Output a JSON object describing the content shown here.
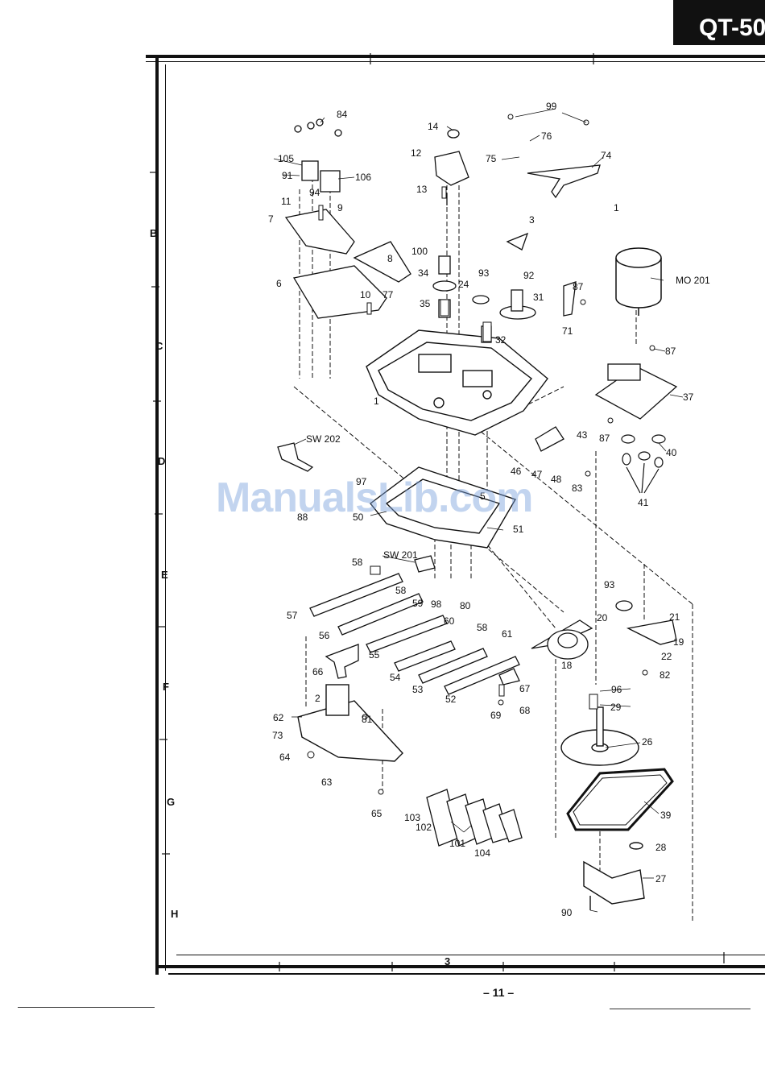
{
  "header": {
    "model": "QT-50"
  },
  "watermark": "ManualsLib.com",
  "page_number": "– 11 –",
  "frame": {
    "rows": [
      "B",
      "C",
      "D",
      "E",
      "F",
      "G",
      "H"
    ],
    "bottom_col": "3"
  },
  "parts": {
    "p84": "84",
    "p105": "105",
    "p91": "91",
    "p94": "94",
    "p11": "11",
    "p9": "9",
    "p7": "7",
    "p106": "106",
    "p14": "14",
    "p12": "12",
    "p13": "13",
    "p99": "99",
    "p76": "76",
    "p75": "75",
    "p74": "74",
    "p1a": "1",
    "p3": "3",
    "p8": "8",
    "p6": "6",
    "p100": "100",
    "p34": "34",
    "p24": "24",
    "p93a": "93",
    "p92": "92",
    "p31": "31",
    "p87a": "87",
    "p71": "71",
    "p35": "35",
    "p32": "32",
    "p10": "10",
    "p77": "77",
    "mo201": "MO 201",
    "p87b": "87",
    "p37": "37",
    "p1b": "1",
    "sw202": "SW 202",
    "p43": "43",
    "p87c": "87",
    "p40": "40",
    "p46": "46",
    "p47": "47",
    "p48": "48",
    "p83": "83",
    "p41": "41",
    "p97": "97",
    "p5": "5",
    "p88": "88",
    "p50": "50",
    "p51": "51",
    "sw201": "SW 201",
    "p58a": "58",
    "p58b": "58",
    "p59": "59",
    "p57": "57",
    "p98": "98",
    "p80": "80",
    "p60": "60",
    "p58c": "58",
    "p56": "56",
    "p55": "55",
    "p61": "61",
    "p66": "66",
    "p54": "54",
    "p53": "53",
    "p52": "52",
    "p67": "67",
    "p68": "68",
    "p69": "69",
    "p2": "2",
    "p81": "81",
    "p62": "62",
    "p73": "73",
    "p64": "64",
    "p63": "63",
    "p65": "65",
    "p93b": "93",
    "p20": "20",
    "p21": "21",
    "p19": "19",
    "p22": "22",
    "p82": "82",
    "p18": "18",
    "p96": "96",
    "p29": "29",
    "p26": "26",
    "p39": "39",
    "p28": "28",
    "p27": "27",
    "p90": "90",
    "p103": "103",
    "p102": "102",
    "p101": "101",
    "p104": "104"
  }
}
